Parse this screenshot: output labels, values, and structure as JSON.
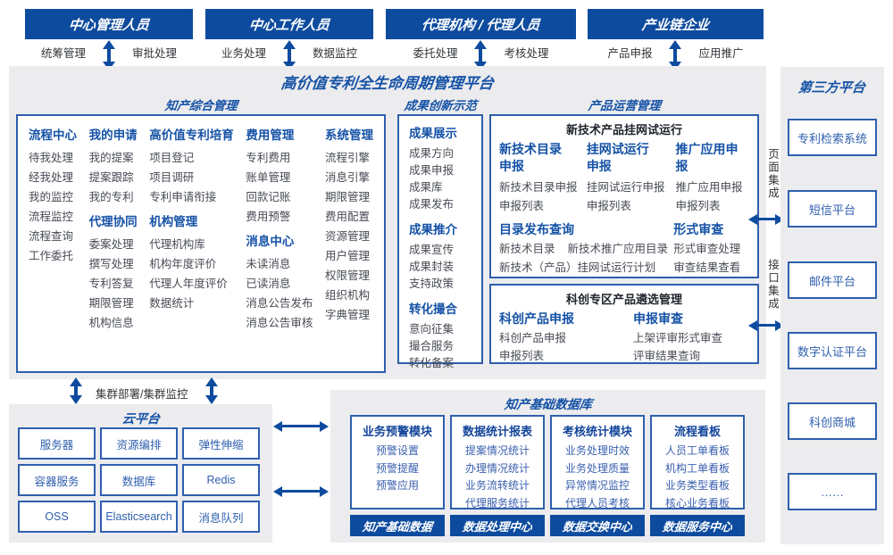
{
  "colors": {
    "primary_blue": "#0d4b9e",
    "border_blue": "#2e5fad",
    "heading_blue": "#1552a6",
    "item_gray": "#474b54",
    "item_blue": "#3a5fae",
    "panel_bg": "#ececee"
  },
  "users": [
    {
      "label": "中心管理人员",
      "left_label": "统筹管理",
      "right_label": "审批处理"
    },
    {
      "label": "中心工作人员",
      "left_label": "业务处理",
      "right_label": "数据监控"
    },
    {
      "label": "代理机构 / 代理人员",
      "left_label": "委托处理",
      "right_label": "考核处理"
    },
    {
      "label": "产业链企业",
      "left_label": "产品申报",
      "right_label": "应用推广"
    }
  ],
  "platform_title": "高价值专利全生命周期管理平台",
  "ip_mgmt": {
    "title": "知产综合管理",
    "col1": {
      "h1": "流程中心",
      "items1": [
        "待我处理",
        "经我处理",
        "我的监控",
        "流程监控",
        "流程查询",
        "工作委托"
      ]
    },
    "col2": {
      "h1": "我的申请",
      "items1": [
        "我的提案",
        "提案跟踪",
        "我的专利"
      ],
      "h2": "代理协同",
      "items2": [
        "委案处理",
        "撰写处理",
        "专利答复",
        "期限管理",
        "机构信息"
      ]
    },
    "col3": {
      "h1": "高价值专利培育",
      "items1": [
        "项目登记",
        "项目调研",
        "专利申请衔接"
      ],
      "h2": "机构管理",
      "items2": [
        "代理机构库",
        "机构年度评价",
        "代理人年度评价",
        "数据统计"
      ]
    },
    "col4": {
      "h1": "费用管理",
      "items1": [
        "专利费用",
        "账单管理",
        "回款记账",
        "费用预警"
      ],
      "h2": "消息中心",
      "items2": [
        "未读消息",
        "已读消息",
        "消息公告发布",
        "消息公告审核"
      ]
    },
    "col5": {
      "h1": "系统管理",
      "items1": [
        "流程引擎",
        "消息引擎",
        "期限管理",
        "费用配置",
        "资源管理",
        "用户管理",
        "权限管理",
        "组织机构",
        "字典管理"
      ]
    }
  },
  "innovation": {
    "title": "成果创新示范",
    "g1": {
      "header": "成果展示",
      "items": [
        "成果方向",
        "成果申报",
        "成果库",
        "成果发布"
      ]
    },
    "g2": {
      "header": "成果推介",
      "items": [
        "成果宣传",
        "成果封装",
        "支持政策"
      ]
    },
    "g3": {
      "header": "转化撮合",
      "items": [
        "意向征集",
        "撮合服务",
        "转化备案"
      ]
    }
  },
  "product_ops": {
    "title": "产品运营管理",
    "trial": {
      "title": "新技术产品挂网试运行",
      "cols": [
        {
          "header": "新技术目录\n申报",
          "items": [
            "新技术目录申报",
            "申报列表"
          ]
        },
        {
          "header": "挂网试运行\n申报",
          "items": [
            "挂网试运行申报",
            "申报列表"
          ]
        },
        {
          "header": "推广应用申报",
          "items": [
            "推广应用申报",
            "申报列表"
          ]
        }
      ],
      "catalog": {
        "header": "目录发布查询",
        "items": [
          "新技术目录",
          "新技术推广应用目录",
          "新技术（产品）挂网试运行计划"
        ]
      },
      "review": {
        "header": "形式审查",
        "items": [
          "形式审查处理",
          "审查结果查看"
        ]
      }
    },
    "selection": {
      "title": "科创专区产品遴选管理",
      "col1": {
        "header": "科创产品申报",
        "items": [
          "科创产品申报",
          "申报列表"
        ]
      },
      "col2": {
        "header": "申报审查",
        "items": [
          "上架评审形式审查",
          "评审结果查询"
        ]
      }
    }
  },
  "integration": {
    "page": "页面集成",
    "api": "接口集成"
  },
  "third_party": {
    "title": "第三方平台",
    "boxes": [
      "专利检索系统",
      "短信平台",
      "邮件平台",
      "数字认证平台",
      "科创商城",
      "……"
    ]
  },
  "cluster_label": "集群部署/集群监控",
  "cloud": {
    "title": "云平台",
    "boxes": [
      "服务器",
      "资源编排",
      "弹性伸缩",
      "容器服务",
      "数据库",
      "Redis",
      "OSS",
      "Elasticsearch",
      "消息队列"
    ]
  },
  "database": {
    "title": "知产基础数据库",
    "modules": [
      {
        "header": "业务预警模块",
        "items": [
          "预警设置",
          "预警提醒",
          "预警应用"
        ],
        "footer": "知产基础数据"
      },
      {
        "header": "数据统计报表",
        "items": [
          "提案情况统计",
          "办理情况统计",
          "业务流转统计",
          "代理服务统计"
        ],
        "footer": "数据处理中心"
      },
      {
        "header": "考核统计模块",
        "items": [
          "业务处理时效",
          "业务处理质量",
          "异常情况监控",
          "代理人员考核"
        ],
        "footer": "数据交换中心"
      },
      {
        "header": "流程看板",
        "items": [
          "人员工单看板",
          "机构工单看板",
          "业务类型看板",
          "核心业务看板"
        ],
        "footer": "数据服务中心"
      }
    ]
  }
}
